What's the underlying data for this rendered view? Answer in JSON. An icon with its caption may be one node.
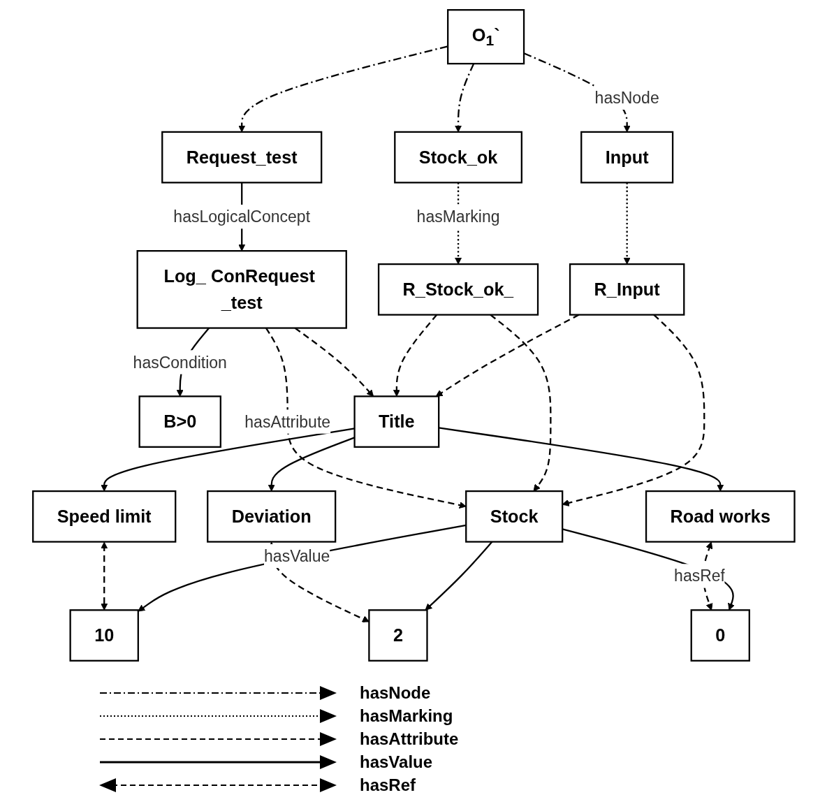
{
  "diagram": {
    "nodes": [
      {
        "text": [
          "O$_{1}$`"
        ]
      },
      {
        "text": [
          "Input"
        ]
      },
      {
        "text": [
          "Stock_ok"
        ]
      },
      {
        "text": [
          "Request_test"
        ]
      },
      {
        "text": [
          "R_Input"
        ]
      },
      {
        "text": [
          "R_Stock_ok_"
        ]
      },
      {
        "text": [
          "Log_ ConRequest _test"
        ]
      },
      {
        "text": [
          "Title"
        ]
      },
      {
        "text": [
          "Stock"
        ]
      },
      {
        "text": [
          "B>0"
        ]
      },
      {
        "text": [
          "Speed limit"
        ]
      },
      {
        "text": [
          "10"
        ]
      },
      {
        "text": [
          "Deviation"
        ]
      },
      {
        "text": [
          "2"
        ]
      },
      {
        "text": [
          "Road works"
        ]
      },
      {
        "text": [
          "0"
        ]
      }
    ],
    "edges": [
      {
        "from": 0,
        "to": 1,
        "arrow": "to",
        "label": "hasNode",
        "style": "dashed"
      },
      {
        "from": 0,
        "to": 2,
        "arrow": "to",
        "style": "dashed"
      },
      {
        "from": 0,
        "to": 3,
        "arrow": "to",
        "style": "dashed"
      },
      {
        "from": 1,
        "to": 4,
        "arrow": "to",
        "style": "dashed"
      },
      {
        "from": 2,
        "to": 5,
        "arrow": "to",
        "label": "hasMarking",
        "style": "dashed"
      },
      {
        "from": 3,
        "to": 6,
        "arrow": "to",
        "label": "hasLogicalConcept"
      },
      {
        "from": 6,
        "to": 9,
        "arrow": "to",
        "label": "hasCondition"
      },
      {
        "from": 4,
        "to": 7,
        "arrow": "to",
        "style": "dashed"
      },
      {
        "from": 4,
        "to": 8,
        "arrow": "to",
        "style": "dashed"
      },
      {
        "from": 5,
        "to": 7,
        "arrow": "to",
        "style": "dashed"
      },
      {
        "from": 5,
        "to": 8,
        "arrow": "to",
        "style": "dashed"
      },
      {
        "from": 6,
        "to": 7,
        "arrow": "to",
        "style": "dashed"
      },
      {
        "from": 6,
        "to": 8,
        "arrow": "to",
        "label": "hasAttribute",
        "style": "dashed"
      },
      {
        "from": 7,
        "to": 10,
        "arrow": "to"
      },
      {
        "from": 7,
        "to": 12,
        "arrow": "to"
      },
      {
        "from": 7,
        "to": 14,
        "arrow": "to"
      },
      {
        "from": 8,
        "to": 11,
        "arrow": "to",
        "label": "hasValue"
      },
      {
        "from": 8,
        "to": 13,
        "arrow": "to"
      },
      {
        "from": 8,
        "to": 15,
        "arrow": "to"
      },
      {
        "from": 10,
        "to": 11,
        "arrow": "both",
        "style": "dashed"
      },
      {
        "from": 12,
        "to": 13,
        "arrow": "both",
        "style": "dashed"
      },
      {
        "from": 14,
        "to": 15,
        "arrow": "both",
        "label": "hasRef",
        "style": "dashed"
      }
    ],
    "legend": [
      {
        "text": "hasNode"
      },
      {
        "text": "hasMarking"
      },
      {
        "text": "hasAttribute"
      },
      {
        "text": "hasValue"
      },
      {
        "text": "hasRef"
      }
    ]
  }
}
